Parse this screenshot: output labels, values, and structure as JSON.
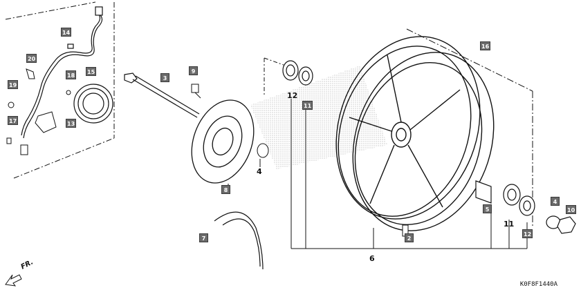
{
  "diagram": {
    "callouts_boxed": [
      {
        "id": "14",
        "text": "14"
      },
      {
        "id": "20",
        "text": "20"
      },
      {
        "id": "19",
        "text": "19"
      },
      {
        "id": "17",
        "text": "17"
      },
      {
        "id": "18",
        "text": "18"
      },
      {
        "id": "15",
        "text": "15"
      },
      {
        "id": "13",
        "text": "13"
      },
      {
        "id": "3",
        "text": "3"
      },
      {
        "id": "9",
        "text": "9"
      },
      {
        "id": "11a",
        "text": "11"
      },
      {
        "id": "16",
        "text": "16"
      },
      {
        "id": "8",
        "text": "8"
      },
      {
        "id": "7",
        "text": "7"
      },
      {
        "id": "5",
        "text": "5"
      },
      {
        "id": "12b",
        "text": "12"
      },
      {
        "id": "4b",
        "text": "4"
      },
      {
        "id": "10",
        "text": "10"
      },
      {
        "id": "2",
        "text": "2"
      }
    ],
    "callouts_plain": [
      {
        "id": "12a",
        "text": "12"
      },
      {
        "id": "4a",
        "text": "4"
      },
      {
        "id": "11b",
        "text": "11"
      },
      {
        "id": "6",
        "text": "6"
      }
    ],
    "direction_label": "FR.",
    "drawing_code": "K0F8F1440A"
  }
}
